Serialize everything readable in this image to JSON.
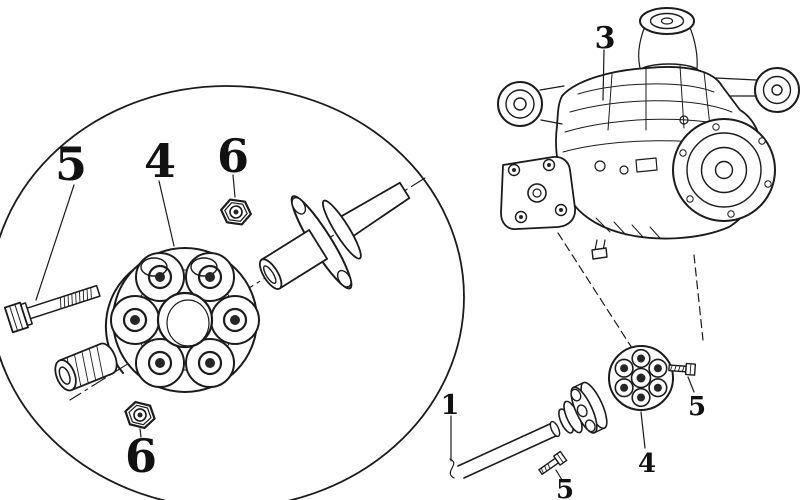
{
  "colors": {
    "background": "#ffffff",
    "line": "#1b1b1b"
  },
  "callouts": [
    {
      "id": "bolt-detail",
      "label": "5"
    },
    {
      "id": "flex-disc-detail",
      "label": "4"
    },
    {
      "id": "nut-upper",
      "label": "6"
    },
    {
      "id": "nut-lower",
      "label": "6"
    },
    {
      "id": "differential",
      "label": "3"
    },
    {
      "id": "driveshaft",
      "label": "1"
    },
    {
      "id": "flex-disc-shaft",
      "label": "4"
    },
    {
      "id": "bolt-shaft-right",
      "label": "5"
    },
    {
      "id": "bolt-shaft-lower",
      "label": "5"
    }
  ]
}
